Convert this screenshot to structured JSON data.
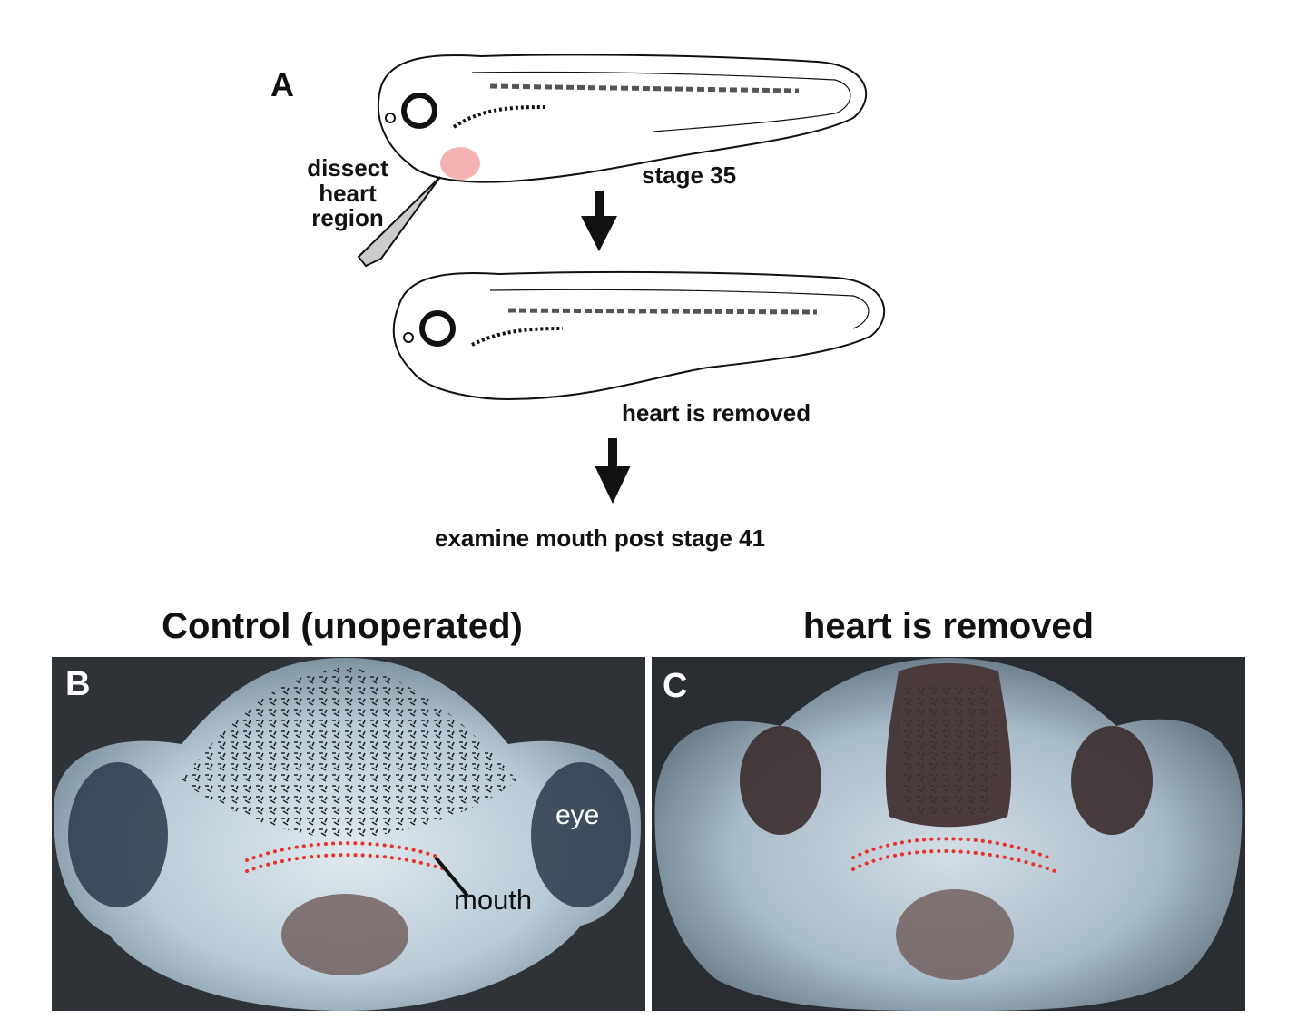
{
  "panel_a": {
    "label": "A",
    "stage_label": "stage 35",
    "dissect_lines": [
      "dissect",
      "heart",
      "region"
    ],
    "removed_label": "heart is removed",
    "examine_label": "examine mouth post stage 41",
    "highlight_color": "#f4a0a0"
  },
  "panel_b": {
    "title": "Control (unoperated)",
    "label": "B",
    "eye_label": "eye",
    "mouth_label": "mouth"
  },
  "panel_c": {
    "title": "heart is removed",
    "label": "C"
  },
  "colors": {
    "dotted_line": "#e8332a"
  }
}
